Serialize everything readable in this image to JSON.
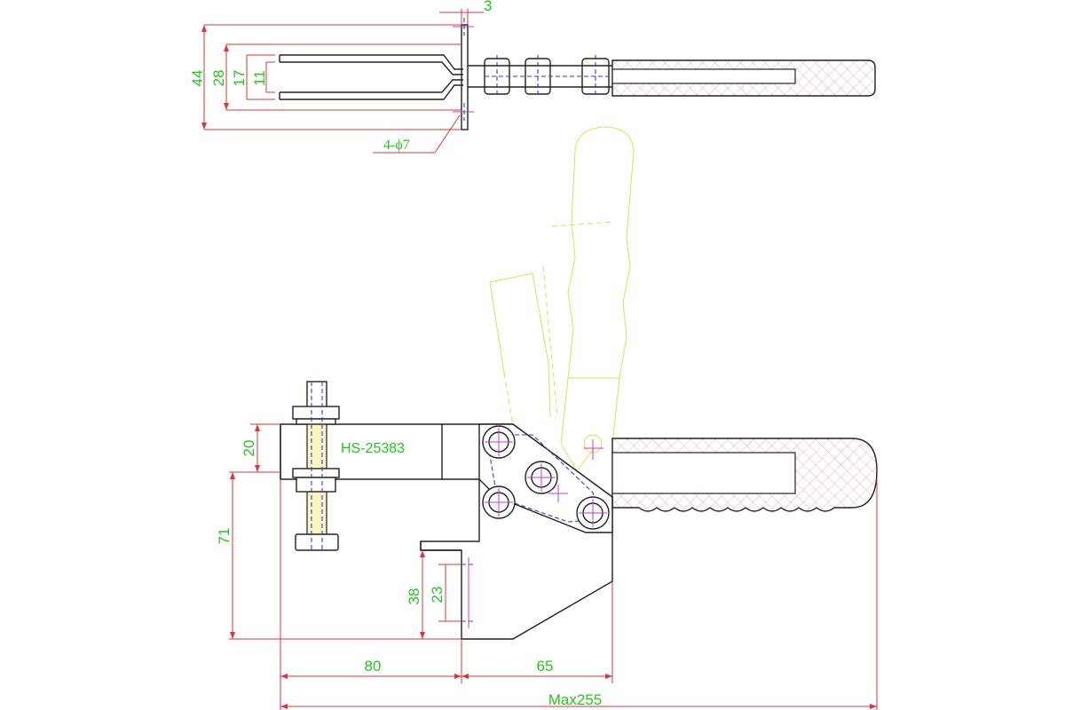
{
  "drawing": {
    "model_label": "HS-25383",
    "top_view": {
      "dim_thickness": "3",
      "dim_44": "44",
      "dim_28": "28",
      "dim_17": "17",
      "dim_11": "11",
      "hole_callout": "4-ϕ7"
    },
    "side_view": {
      "dim_20": "20",
      "dim_71": "71",
      "dim_38": "38",
      "dim_23": "23",
      "dim_80": "80",
      "dim_65": "65",
      "dim_max": "Max255"
    }
  },
  "colors": {
    "dimension_text": "#27c521",
    "dimension_line": "#d9363e",
    "outline": "#222222",
    "hidden_line": "#3a3ad6",
    "center_line": "#c83cc8",
    "phantom": "#dede5a"
  }
}
